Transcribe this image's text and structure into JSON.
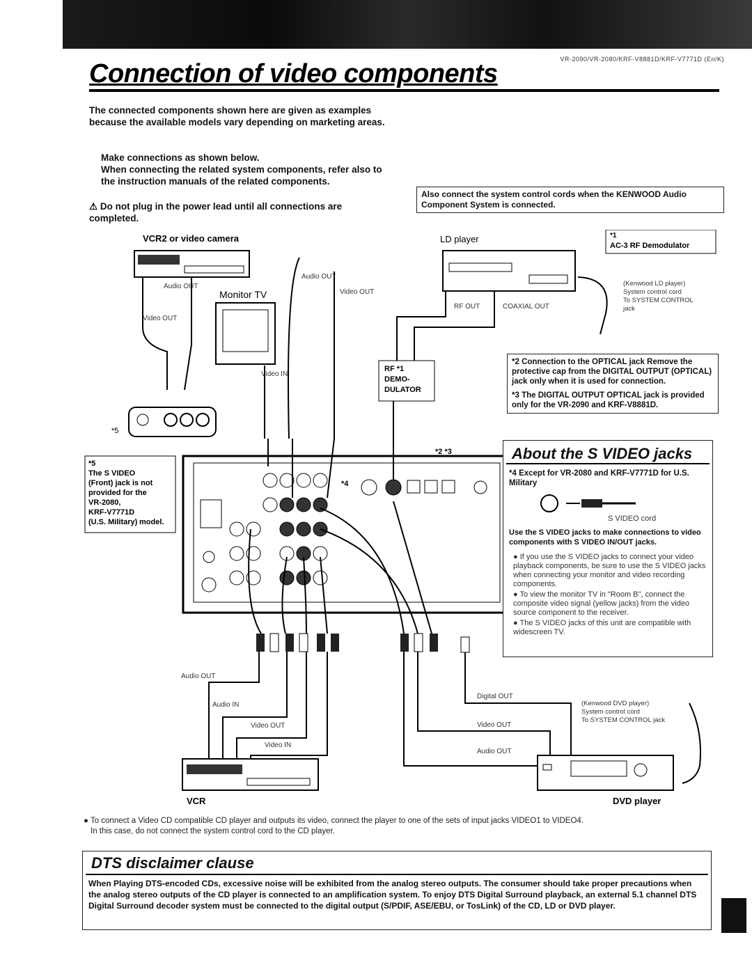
{
  "header": {
    "model_line": "VR-2090/VR-2080/KRF-V8881D/KRF-V7771D (En/K)",
    "title": "Connection of video components"
  },
  "intro": {
    "p1": "The connected components shown here are given as examples because the available models vary depending on marketing areas.",
    "p2": "Make connections as shown below.",
    "p3": "When connecting the related system components, refer also to the instruction manuals of the related components.",
    "p4": "Do not plug in the power lead until all connections are completed."
  },
  "system_note": "Also connect the system control cords when the KENWOOD Audio Component System is connected.",
  "diagram": {
    "vcr2_label": "VCR2 or video camera",
    "monitor_label": "Monitor TV",
    "ld_label": "LD player",
    "ac3_box": {
      "mark": "*1",
      "label": "AC-3 RF Demodulator"
    },
    "ld_note": [
      "(Kenwood LD player)",
      "System control cord",
      "To SYSTEM CONTROL",
      "jack"
    ],
    "audio_out": "Audio OUT",
    "video_out": "Video OUT",
    "video_in": "Video IN",
    "rf_out": "RF OUT",
    "coaxial_out": "COAXIAL OUT",
    "rf_demod": [
      "RF *1",
      "DEMO-",
      "DULATOR"
    ],
    "marks": {
      "m5": "*5",
      "m4": "*4",
      "m23": "*2  *3"
    },
    "note5": [
      "*5",
      "The S VIDEO",
      "(Front) jack is not",
      "provided for the",
      "VR-2080,",
      "KRF-V7771D",
      "(U.S. Military)",
      "model."
    ],
    "bottom_labels": {
      "audio_out": "Audio OUT",
      "audio_in": "Audio IN",
      "video_out": "Video OUT",
      "video_in": "Video IN",
      "digital_out": "Digital OUT",
      "video_out2": "Video OUT",
      "audio_out2": "Audio OUT"
    },
    "dvd_note": [
      "(Kenwood DVD player)",
      "System control cord",
      "To SYSTEM CONTROL jack"
    ],
    "vcr_label": "VCR",
    "dvd_label": "DVD player"
  },
  "optical_notes": {
    "n2": "*2 Connection to the OPTICAL jack Remove the protective cap from the DIGITAL OUTPUT (OPTICAL) jack only when it is used for connection.",
    "n3": "*3 The DIGITAL OUTPUT OPTICAL jack is provided only for the VR-2090 and KRF-V8881D."
  },
  "svideo": {
    "heading": "About the S VIDEO jacks",
    "n4": "*4 Except for VR-2080 and KRF-V7771D for U.S. Military",
    "cord_label": "S VIDEO cord",
    "bold_note": "Use the S VIDEO jacks to make connections to video components with S VIDEO IN/OUT jacks.",
    "bullets": [
      "If you use the S VIDEO jacks to connect your video playback components, be sure to use the S VIDEO jacks when connecting your monitor and video recording components.",
      "To view the monitor TV in \"Room B\", connect the composite video signal (yellow jacks) from the video source component to the receiver.",
      "The S VIDEO jacks of this unit are compatible with widescreen TV."
    ]
  },
  "footnote": {
    "line1": "To connect a Video CD compatible CD player and outputs its video, connect the player to one of the sets of input jacks VIDEO1 to VIDEO4.",
    "line2": "In this case, do not connect the system control cord to the CD player."
  },
  "dts": {
    "heading": "DTS disclaimer clause",
    "text": "When Playing DTS-encoded CDs, excessive noise will be exhibited from the analog stereo outputs. The consumer should take proper precautions when the analog stereo outputs of the CD player is connected to an amplification system. To enjoy DTS Digital Surround playback, an external 5.1 channel DTS Digital Surround decoder system must be connected to the digital output (S/PDIF, ASE/EBU, or TosLink) of the CD, LD or DVD player."
  }
}
